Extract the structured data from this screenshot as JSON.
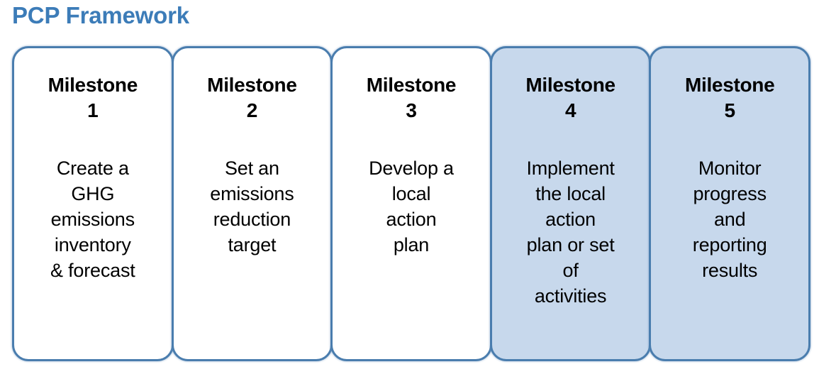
{
  "page": {
    "title": "PCP Framework",
    "title_color": "#3C7CB8",
    "background": "#ffffff"
  },
  "theme": {
    "border_color": "#4A7DAE",
    "card_fill_plain": "#FFFFFF",
    "card_fill_highlight": "#C7D8EC",
    "text_color": "#000000"
  },
  "cards": [
    {
      "heading": "Milestone",
      "number": "1",
      "body_lines": [
        "Create a",
        "GHG",
        "emissions",
        "inventory",
        "& forecast"
      ],
      "body_text": "Create a GHG emissions inventory & forecast",
      "highlighted": false
    },
    {
      "heading": "Milestone",
      "number": "2",
      "body_lines": [
        "Set an",
        "emissions",
        "reduction",
        "target"
      ],
      "body_text": "Set an emissions reduction target",
      "highlighted": false
    },
    {
      "heading": "Milestone",
      "number": "3",
      "body_lines": [
        "Develop a",
        "local",
        "action",
        "plan"
      ],
      "body_text": "Develop a local action plan",
      "highlighted": false
    },
    {
      "heading": "Milestone",
      "number": "4",
      "body_lines": [
        "Implement",
        "the local",
        "action",
        "plan or set",
        "of",
        "activities"
      ],
      "body_text": "Implement the local action plan or set of activities",
      "highlighted": true
    },
    {
      "heading": "Milestone",
      "number": "5",
      "body_lines": [
        "Monitor",
        "progress",
        "and",
        "reporting",
        "results"
      ],
      "body_text": "Monitor progress and reporting results",
      "highlighted": true
    }
  ]
}
